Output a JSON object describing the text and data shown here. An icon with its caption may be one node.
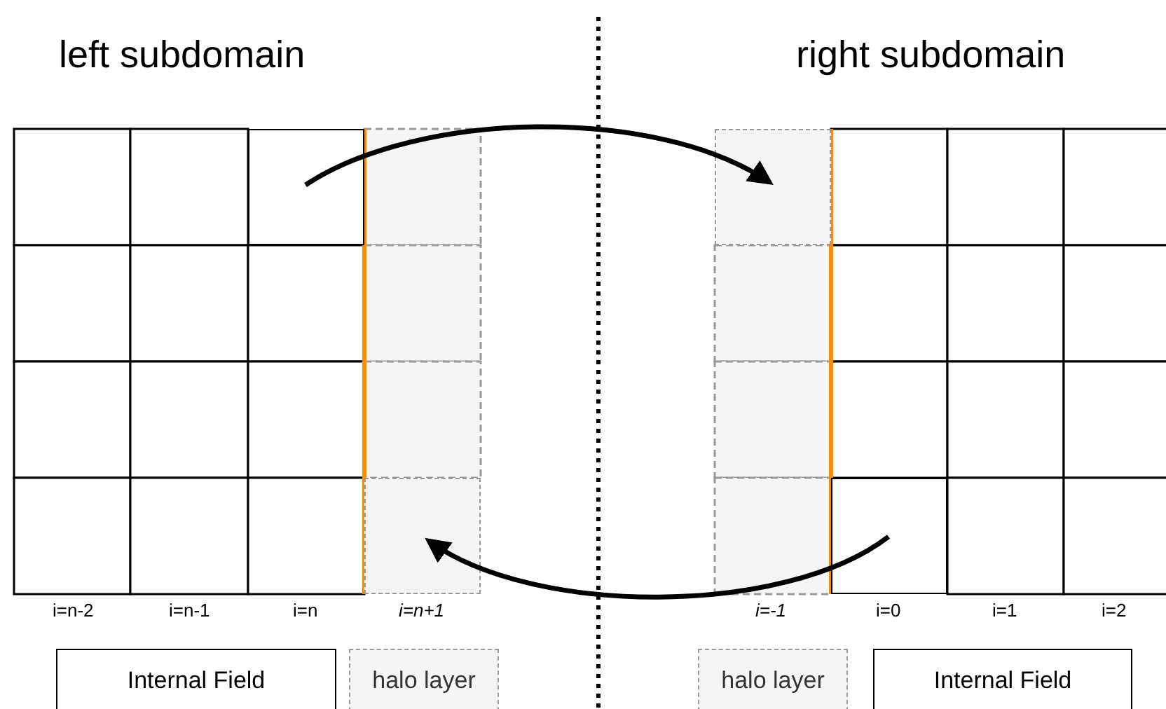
{
  "diagram": {
    "nodes": [
      {
        "text": [],
        "shape": "box"
      },
      {
        "text": [],
        "shape": "box"
      },
      {
        "text": [],
        "shape": "box"
      },
      {
        "text": [],
        "shape": "box"
      },
      {
        "text": [
          "Internal Field"
        ]
      },
      {
        "text": [
          "halo layer"
        ]
      },
      {
        "text": [
          "halo layer"
        ]
      },
      {
        "text": [
          "Internal Field"
        ]
      }
    ],
    "edges": [
      {
        "from": 0,
        "to": 1,
        "arrow": "to"
      },
      {
        "from": 3,
        "to": 2,
        "arrow": "to"
      }
    ],
    "labels": [
      "left subdomain",
      "right subdomain",
      "i=n-2",
      "i=n-1",
      "i=n",
      "i=n+1",
      "i=-1",
      "i=0",
      "i=1",
      "i=2"
    ]
  }
}
